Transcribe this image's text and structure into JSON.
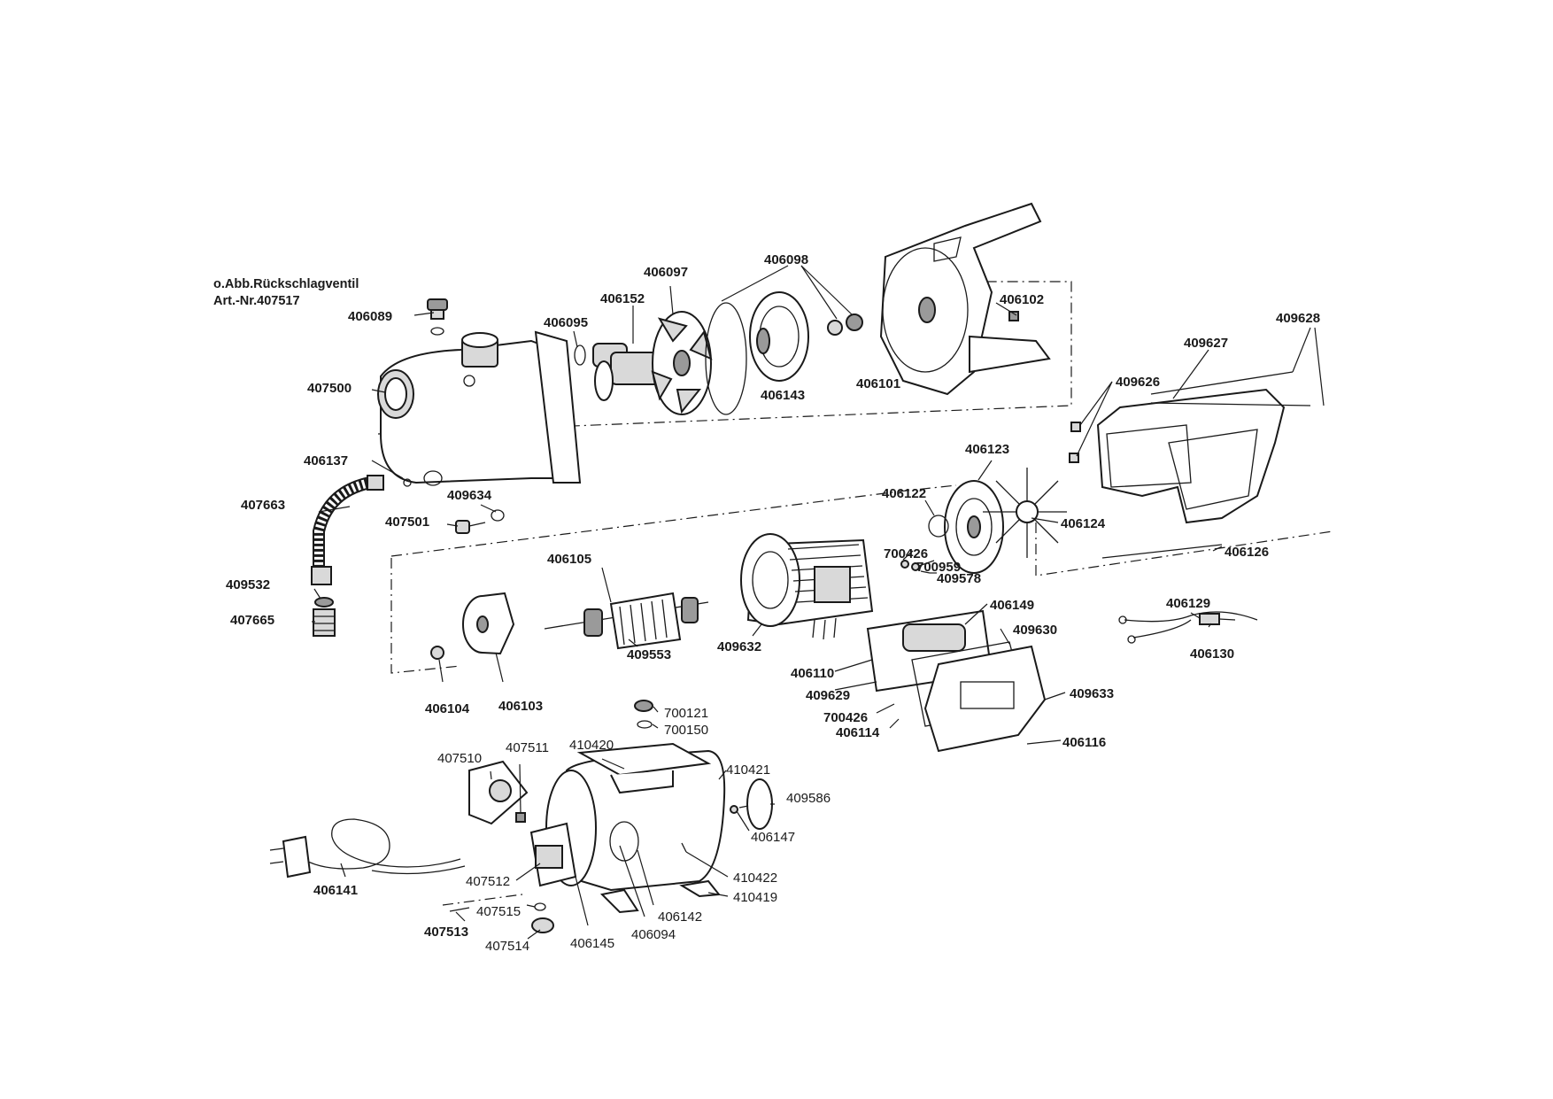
{
  "note": {
    "line1": "o.Abb.Rückschlagventil",
    "line2": "Art.-Nr.407517"
  },
  "labels": {
    "l406089": "406089",
    "l407500": "407500",
    "l406137": "406137",
    "l407663": "407663",
    "l409634": "409634",
    "l407501": "407501",
    "l409532": "409532",
    "l407665": "407665",
    "l406097": "406097",
    "l406152": "406152",
    "l406095": "406095",
    "l406098": "406098",
    "l406143": "406143",
    "l406102": "406102",
    "l406101": "406101",
    "l409628": "409628",
    "l409627": "409627",
    "l409626": "409626",
    "l406123": "406123",
    "l406122": "406122",
    "l406124": "406124",
    "l700426a": "700426",
    "l700959": "700959",
    "l409578": "409578",
    "l406126": "406126",
    "l406105": "406105",
    "l409553": "409553",
    "l409632": "409632",
    "l406104": "406104",
    "l406103": "406103",
    "l406149": "406149",
    "l409630": "409630",
    "l406110": "406110",
    "l409629": "409629",
    "l700426b": "700426",
    "l406114": "406114",
    "l409633": "409633",
    "l406116": "406116",
    "l406129": "406129",
    "l406130": "406130",
    "l700121": "700121",
    "l700150": "700150",
    "l407510": "407510",
    "l407511": "407511",
    "l410420": "410420",
    "l410421": "410421",
    "l409586": "409586",
    "l406147": "406147",
    "l410422": "410422",
    "l410419": "410419",
    "l406141": "406141",
    "l407512": "407512",
    "l407515": "407515",
    "l407513": "407513",
    "l407514": "407514",
    "l406145": "406145",
    "l406094": "406094",
    "l406142": "406142"
  },
  "icons": {
    "pump_housing": "pump-housing-icon",
    "impeller": "impeller-icon",
    "motor": "motor-icon",
    "tank": "pressure-tank-icon",
    "plug": "power-plug-icon"
  }
}
